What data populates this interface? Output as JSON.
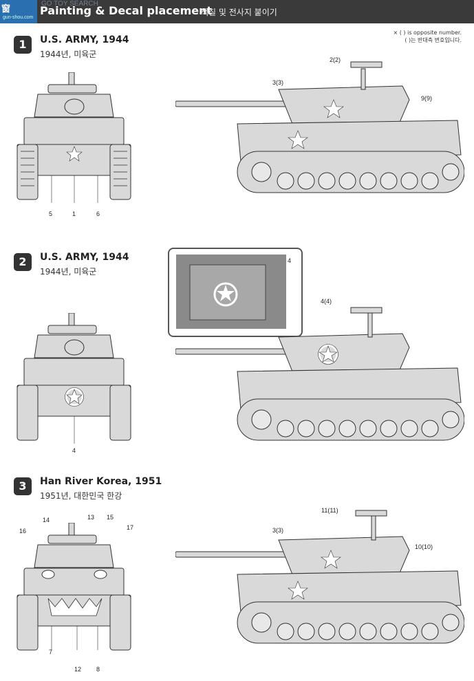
{
  "header": {
    "title": "Painting & Decal placement",
    "subtitle": "색칠 및 전사지 붙이기",
    "logo": "窗",
    "logo_sub": "gun-shou.com",
    "watermark": "GO TOY SEARCH"
  },
  "note": {
    "line1": "× ( ) is opposite number.",
    "line2": "( )는 반대측 번호입니다."
  },
  "schemes": [
    {
      "number": "1",
      "title": "U.S. ARMY, 1944",
      "subtitle": "1944년, 미육군"
    },
    {
      "number": "2",
      "title": "U.S. ARMY, 1944",
      "subtitle": "1944년, 미육군"
    },
    {
      "number": "3",
      "title": "Han River Korea, 1951",
      "subtitle": "1951년, 대한민국 한강"
    }
  ],
  "callouts": {
    "s1_front_5": "5",
    "s1_front_1": "1",
    "s1_front_6": "6",
    "s1_side_2": "2(2)",
    "s1_side_3": "3(3)",
    "s1_side_9": "9(9)",
    "s2_inset_4": "4",
    "s2_side_4": "4(4)",
    "s2_front_4": "4",
    "s3_front_14": "14",
    "s3_front_13": "13",
    "s3_front_15": "15",
    "s3_front_16": "16",
    "s3_front_17": "17",
    "s3_front_7": "7",
    "s3_front_12": "12",
    "s3_front_8": "8",
    "s3_side_11": "11(11)",
    "s3_side_3": "3(3)",
    "s3_side_10": "10(10)"
  },
  "colors": {
    "tank_fill": "#d9d9d9",
    "tank_stroke": "#333333",
    "header": "#3a3a3a",
    "badge": "#333333"
  }
}
